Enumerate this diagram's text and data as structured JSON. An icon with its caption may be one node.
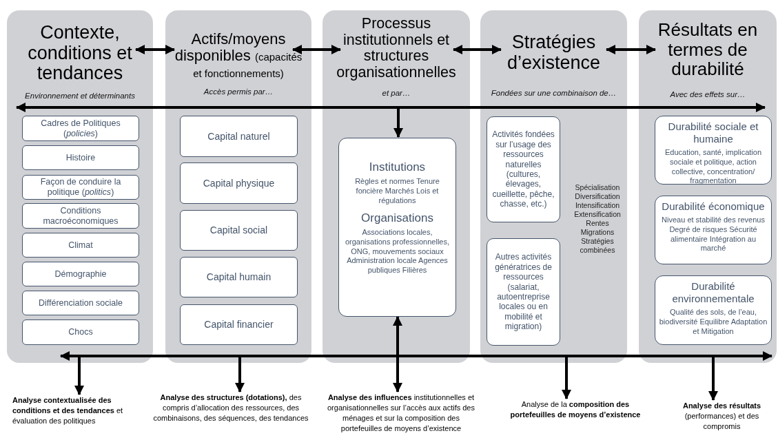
{
  "diagram": {
    "nodes": [
      {
        "text": [
          "Contexte, conditions et tendances",
          "Environnement et déterminants"
        ]
      },
      {
        "text": [
          "Cadres de Politiques (*policies*)"
        ],
        "in": 0
      },
      {
        "text": [
          "Histoire"
        ],
        "in": 0
      },
      {
        "text": [
          "Façon de conduire la politique (*politics*)"
        ],
        "in": 0
      },
      {
        "text": [
          "Conditions macroéconomiques"
        ],
        "in": 0
      },
      {
        "text": [
          "Climat"
        ],
        "in": 0
      },
      {
        "text": [
          "Démographie"
        ],
        "in": 0
      },
      {
        "text": [
          "Différenciation sociale"
        ],
        "in": 0
      },
      {
        "text": [
          "Chocs"
        ],
        "in": 0
      },
      {
        "text": [
          "Actifs/moyens disponibles",
          "(capacités et fonctionnements)",
          "Accès permis par…"
        ]
      },
      {
        "text": [
          "Capital naturel"
        ],
        "in": 9
      },
      {
        "text": [
          "Capital physique"
        ],
        "in": 9
      },
      {
        "text": [
          "Capital social"
        ],
        "in": 9
      },
      {
        "text": [
          "Capital humain"
        ],
        "in": 9
      },
      {
        "text": [
          "Capital financier"
        ],
        "in": 9
      },
      {
        "text": [
          "Processus institutionnels et structures organisationnelles",
          "et par…"
        ]
      },
      {
        "text": [
          "Institutions",
          "Règles et normes Tenure foncière Marchés Lois et régulations",
          "Organisations",
          "Associations locales, organisations professionnelles, ONG, mouvements sociaux Administration locale Agences publiques Filières"
        ],
        "in": 15
      },
      {
        "text": [
          "Stratégies d’existence",
          "Fondées sur une combinaison de…"
        ]
      },
      {
        "text": [
          "Activités fondées sur l’usage des ressources naturelles (cultures, élevages, cueillette, pêche, chasse, etc.)"
        ],
        "in": 17
      },
      {
        "text": [
          "Autres activités génératrices de ressources (salariat, autoentreprise locales ou en mobilité et migration)"
        ],
        "in": 17
      },
      {
        "text": [
          "Résultats en termes de durabilité",
          "Avec des effets sur…"
        ]
      },
      {
        "text": [
          "Durabilité sociale et humaine",
          "Education, santé, implication sociale et politique, action collective, concentration/ fragmentation"
        ],
        "in": 20
      },
      {
        "text": [
          "Durabilité économique",
          "Niveau et stabilité des revenus Degré de risques Sécurité alimentaire Intégration au marché"
        ],
        "in": 20
      },
      {
        "text": [
          "Durabilité environnementale",
          "Qualité des sols, de l’eau, biodiversité Equilibre Adaptation et Mitigation"
        ],
        "in": 20
      },
      {
        "text": [
          "**Analyse contextualisée des conditions et des tendances** et évaluation des politiques"
        ]
      },
      {
        "text": [
          "**Analyse des structures (dotations),** des compris d’allocation des ressources, des combinaisons, des séquences, des tendances"
        ]
      },
      {
        "text": [
          "**Analyse des influences** institutionnelles et organisationnelles sur l’accès aux actifs des ménages et sur la composition des portefeuilles de moyens d’existence"
        ]
      },
      {
        "text": [
          "Analyse de la **composition des portefeuilles de moyens d’existence**"
        ]
      },
      {
        "text": [
          "**Analyse des résultats** (performances) et des compromis"
        ]
      }
    ],
    "edges": [
      {
        "from": 0,
        "to": 9,
        "arrow": "both"
      },
      {
        "from": 9,
        "to": 15,
        "arrow": "both"
      },
      {
        "from": 15,
        "to": 17,
        "arrow": "both"
      },
      {
        "from": 17,
        "to": 20,
        "arrow": "both"
      },
      {
        "from": 0,
        "to": 20,
        "arrow": "both"
      },
      {
        "from": null,
        "to": 16,
        "arrow": "to"
      },
      {
        "from": 0,
        "to": 20,
        "arrow": "both"
      },
      {
        "from": 0,
        "to": 24,
        "arrow": "to"
      },
      {
        "from": 9,
        "to": 25,
        "arrow": "to"
      },
      {
        "from": 16,
        "to": 26,
        "arrow": "both"
      },
      {
        "from": 17,
        "to": 27,
        "arrow": "to"
      },
      {
        "from": 20,
        "to": 28,
        "arrow": "to"
      }
    ],
    "labels": [
      "Spécialisation",
      "Diversification",
      "Intensification",
      "Extensification",
      "Rentes",
      "Migrations",
      "Stratégies",
      "combinées"
    ]
  }
}
